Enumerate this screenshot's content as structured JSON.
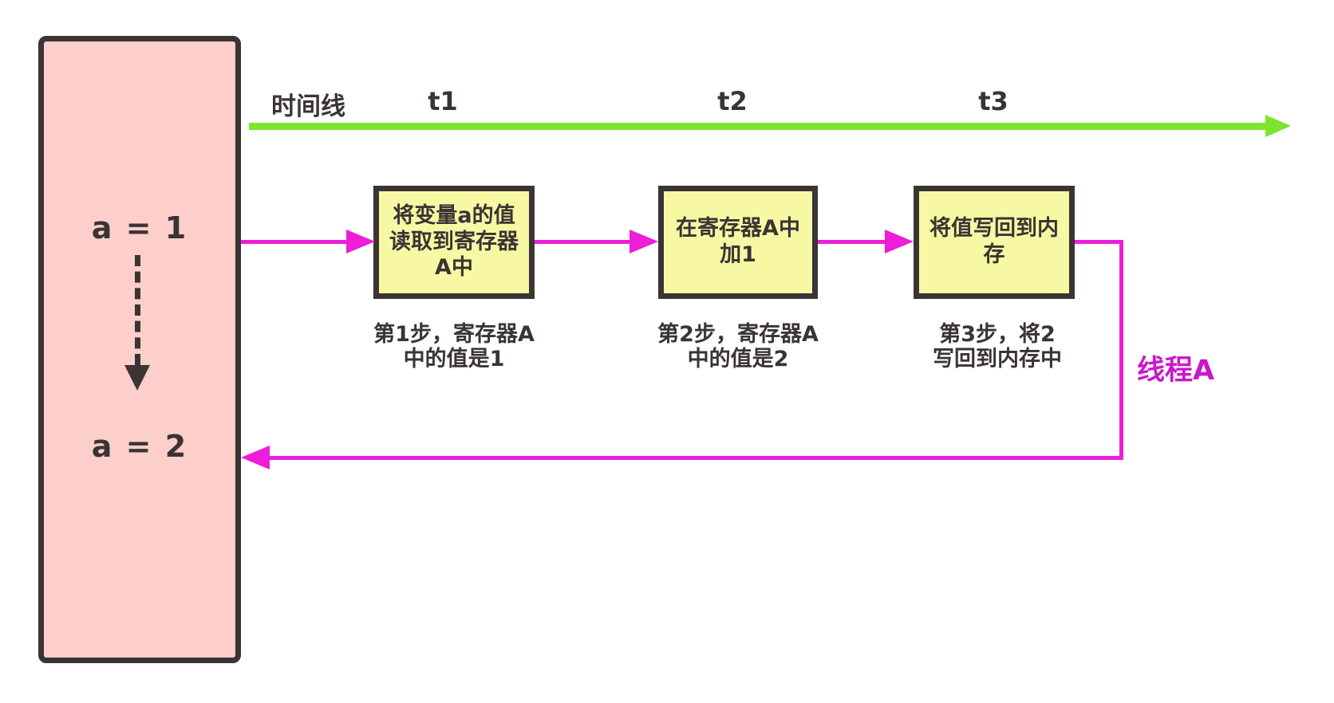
{
  "memory_block": {
    "initial_value": "a = 1",
    "final_value": "a = 2"
  },
  "timeline": {
    "label": "时间线",
    "ticks": [
      "t1",
      "t2",
      "t3"
    ]
  },
  "steps": [
    {
      "box": "将变量a的值\n读取到寄存器\nA中",
      "caption": "第1步，寄存器A\n中的值是1"
    },
    {
      "box": "在寄存器A中\n加1",
      "caption": "第2步，寄存器A\n中的值是2"
    },
    {
      "box": "将值写回到内\n存",
      "caption": "第3步，将2\n写回到内存中"
    }
  ],
  "thread_label": "线程A",
  "colors": {
    "timeline_arrow": "#7de42c",
    "flow_arrow": "#ed1dd8",
    "thread_label_text": "#cc16cc",
    "step_box_fill": "#f8f8a4",
    "memory_block_fill": "#fccfcb",
    "stroke_and_text": "#3a3434"
  }
}
